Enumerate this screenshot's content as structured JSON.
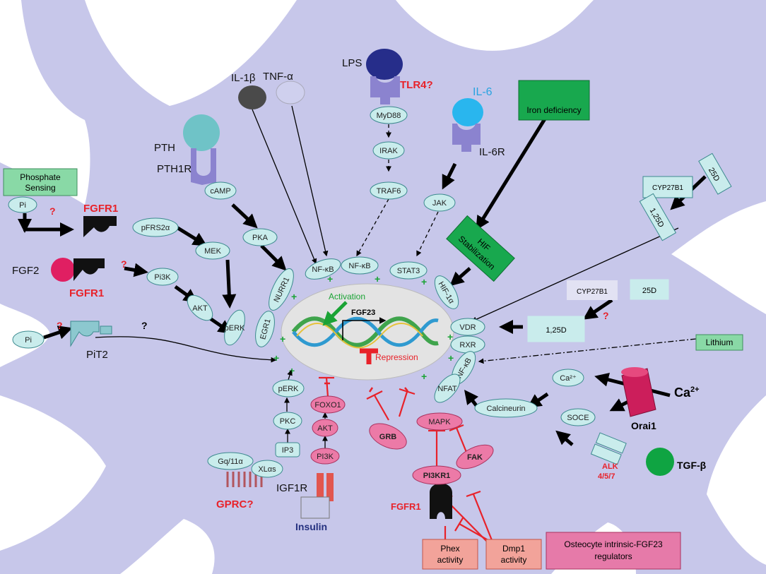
{
  "labels": {
    "phosphate_sensing": [
      "Phosphate",
      "Sensing"
    ],
    "pi": "Pi",
    "pi2": "Pi",
    "fgfr1_top": "FGFR1",
    "fgf2": "FGF2",
    "fgfr1_mid": "FGFR1",
    "fgfr1_bottom": "FGFR1",
    "pit2": "PiT2",
    "pth": "PTH",
    "pth1r": "PTH1R",
    "il1b": "IL-1β",
    "tnfa": "TNF-α",
    "lps": "LPS",
    "tlr4": "TLR4?",
    "il6": "IL-6",
    "il6r": "IL-6R",
    "iron_deficiency": "Iron deficiency",
    "hif_stab": [
      "HIF",
      "Stabilization"
    ],
    "cyp27b1_a": "CYP27B1",
    "d25_a": "25D",
    "d125_a": "1,25D",
    "cyp27b1_b": "CYP27B1",
    "d25_b": "25D",
    "d125_b": "1,25D",
    "lithium": "Lithium",
    "ca_ion": "Ca",
    "ca_sup": "2+",
    "orai1": "Orai1",
    "tgfb": "TGF-β",
    "alk": [
      "ALK",
      "4/5/7"
    ],
    "gprc": "GPRC?",
    "igf1r": "IGF1R",
    "insulin": "Insulin",
    "phex": [
      "Phex",
      "activity"
    ],
    "dmp1": [
      "Dmp1",
      "activity"
    ],
    "osteocyte_reg": [
      "Osteocyte intrinsic-FGF23",
      "regulators"
    ],
    "activation": "Activation",
    "repression": "Repression",
    "fgf23": "FGF23",
    "qmark": "?"
  },
  "nodes": {
    "pfrs2a": "pFRS2α",
    "mek": "MEK",
    "pi3k_top": "Pi3K",
    "akt_top": "AKT",
    "perk_left": "pERK",
    "camp": "cAMP",
    "pka": "PKA",
    "nurr1": "NURR1",
    "egr1": "EGR1",
    "nfkb1": "NF-κB",
    "nfkb2": "NF-κB",
    "myd88": "MyD88",
    "irak": "IRAK",
    "traf6": "TRAF6",
    "jak": "JAK",
    "stat3": "STAT3",
    "hif1a": "HIF-1α",
    "vdr": "VDR",
    "rxr": "RXR",
    "nfkb3": "NF-κB",
    "ca2": "Ca²⁺",
    "calcineurin": "Calcineurin",
    "nfat": "NFAT",
    "soce": "SOCE",
    "perk_bottom": "pERK",
    "pkc": "PKC",
    "ip3": "IP3",
    "gq": "Gq/11α",
    "xlas": "XLαs",
    "foxo1": "FOXO1",
    "akt_bottom": "AKT",
    "pi3k_bottom": "PI3K",
    "grb": "GRB",
    "mapk": "MAPK",
    "pi3kr1": "PI3KR1",
    "fak": "FAK"
  },
  "colors": {
    "cell": "#c7c7ea",
    "nucleus": "#e3e3e3",
    "node_fill": "#c9ecec",
    "protein_pink": "#ec7aa7",
    "green_box": "#18a84e",
    "light_green_box": "#89d9a6",
    "inhibit_red": "#e8222a"
  }
}
